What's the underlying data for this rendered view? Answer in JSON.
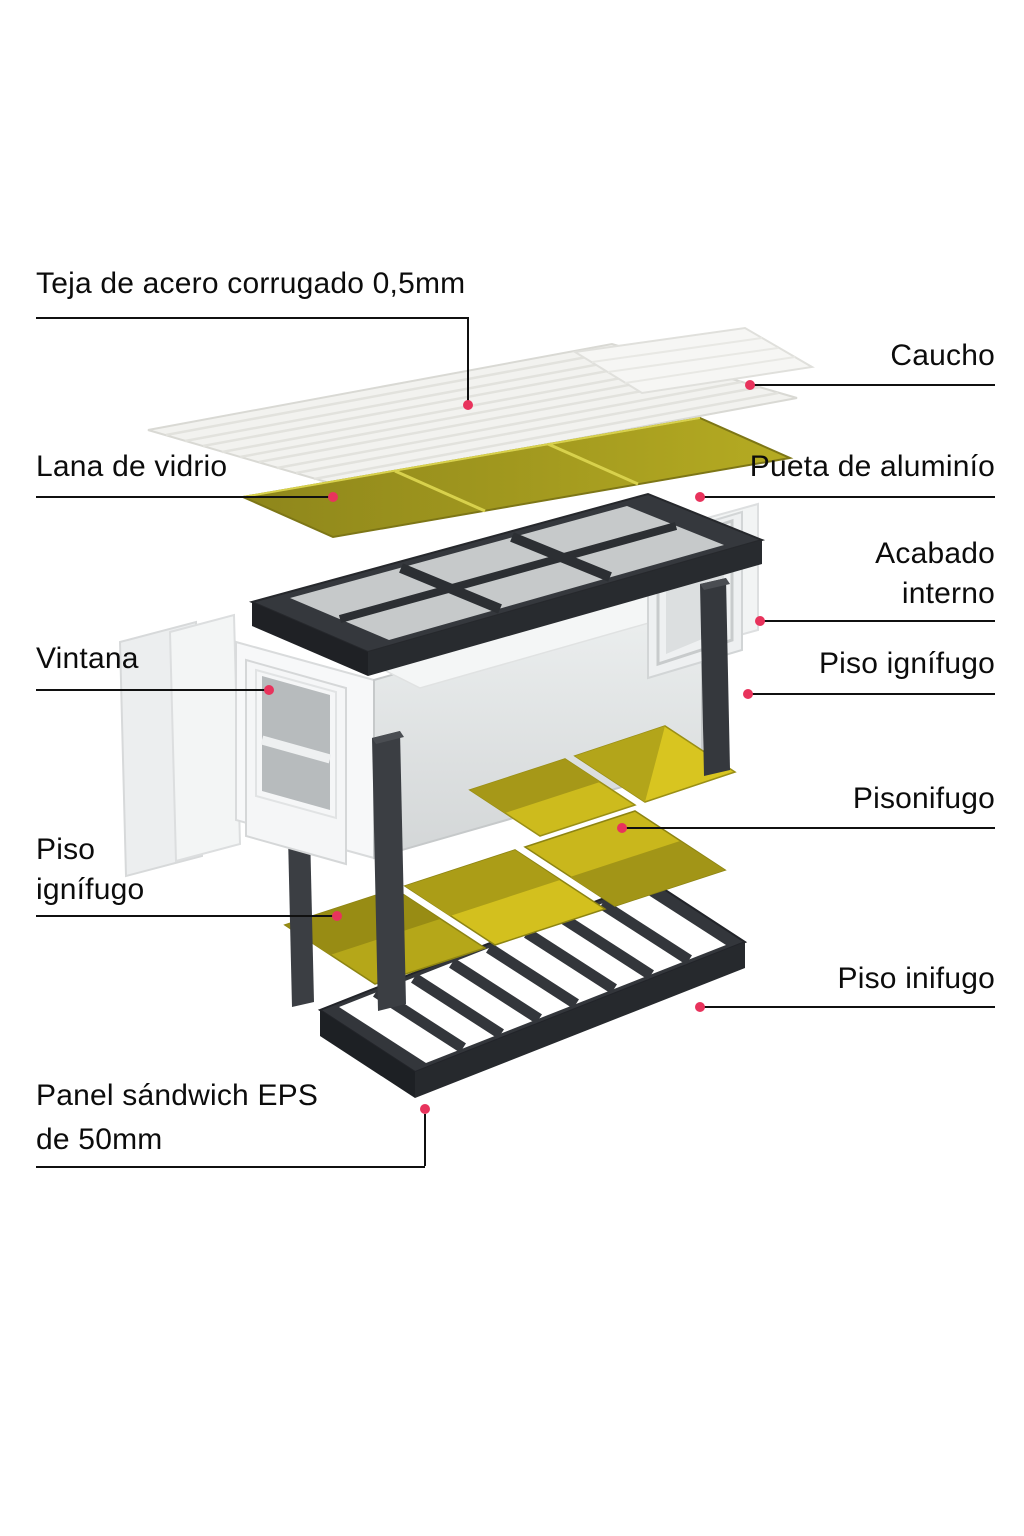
{
  "diagram": {
    "type": "exploded-view",
    "subject": "modular container house components",
    "background_color": "#ffffff",
    "accent_dot_color": "#e8335c",
    "line_color": "#101010",
    "insulation_color": "#b5ab22",
    "steel_frame_color": "#33363b",
    "labels": {
      "teja": {
        "text": "Teja de acero corrugado 0,5mm"
      },
      "caucho": {
        "text": "Caucho"
      },
      "lana": {
        "text": "Lana de vidrio"
      },
      "pueta": {
        "text": "Pueta de aluminío"
      },
      "acabado": {
        "line1": "Acabado",
        "line2": "interno"
      },
      "vintana": {
        "text": "Vintana"
      },
      "piso_ignifugo_right": {
        "text": "Piso ignífugo"
      },
      "pisonifugo": {
        "text": "Pisonifugo"
      },
      "piso_ignifugo_left": {
        "line1": "Piso",
        "line2": "ignífugo"
      },
      "piso_inifugo": {
        "text": "Piso inifugo"
      },
      "panel_eps": {
        "line1": "Panel sándwich EPS",
        "line2": "de 50mm"
      }
    }
  }
}
